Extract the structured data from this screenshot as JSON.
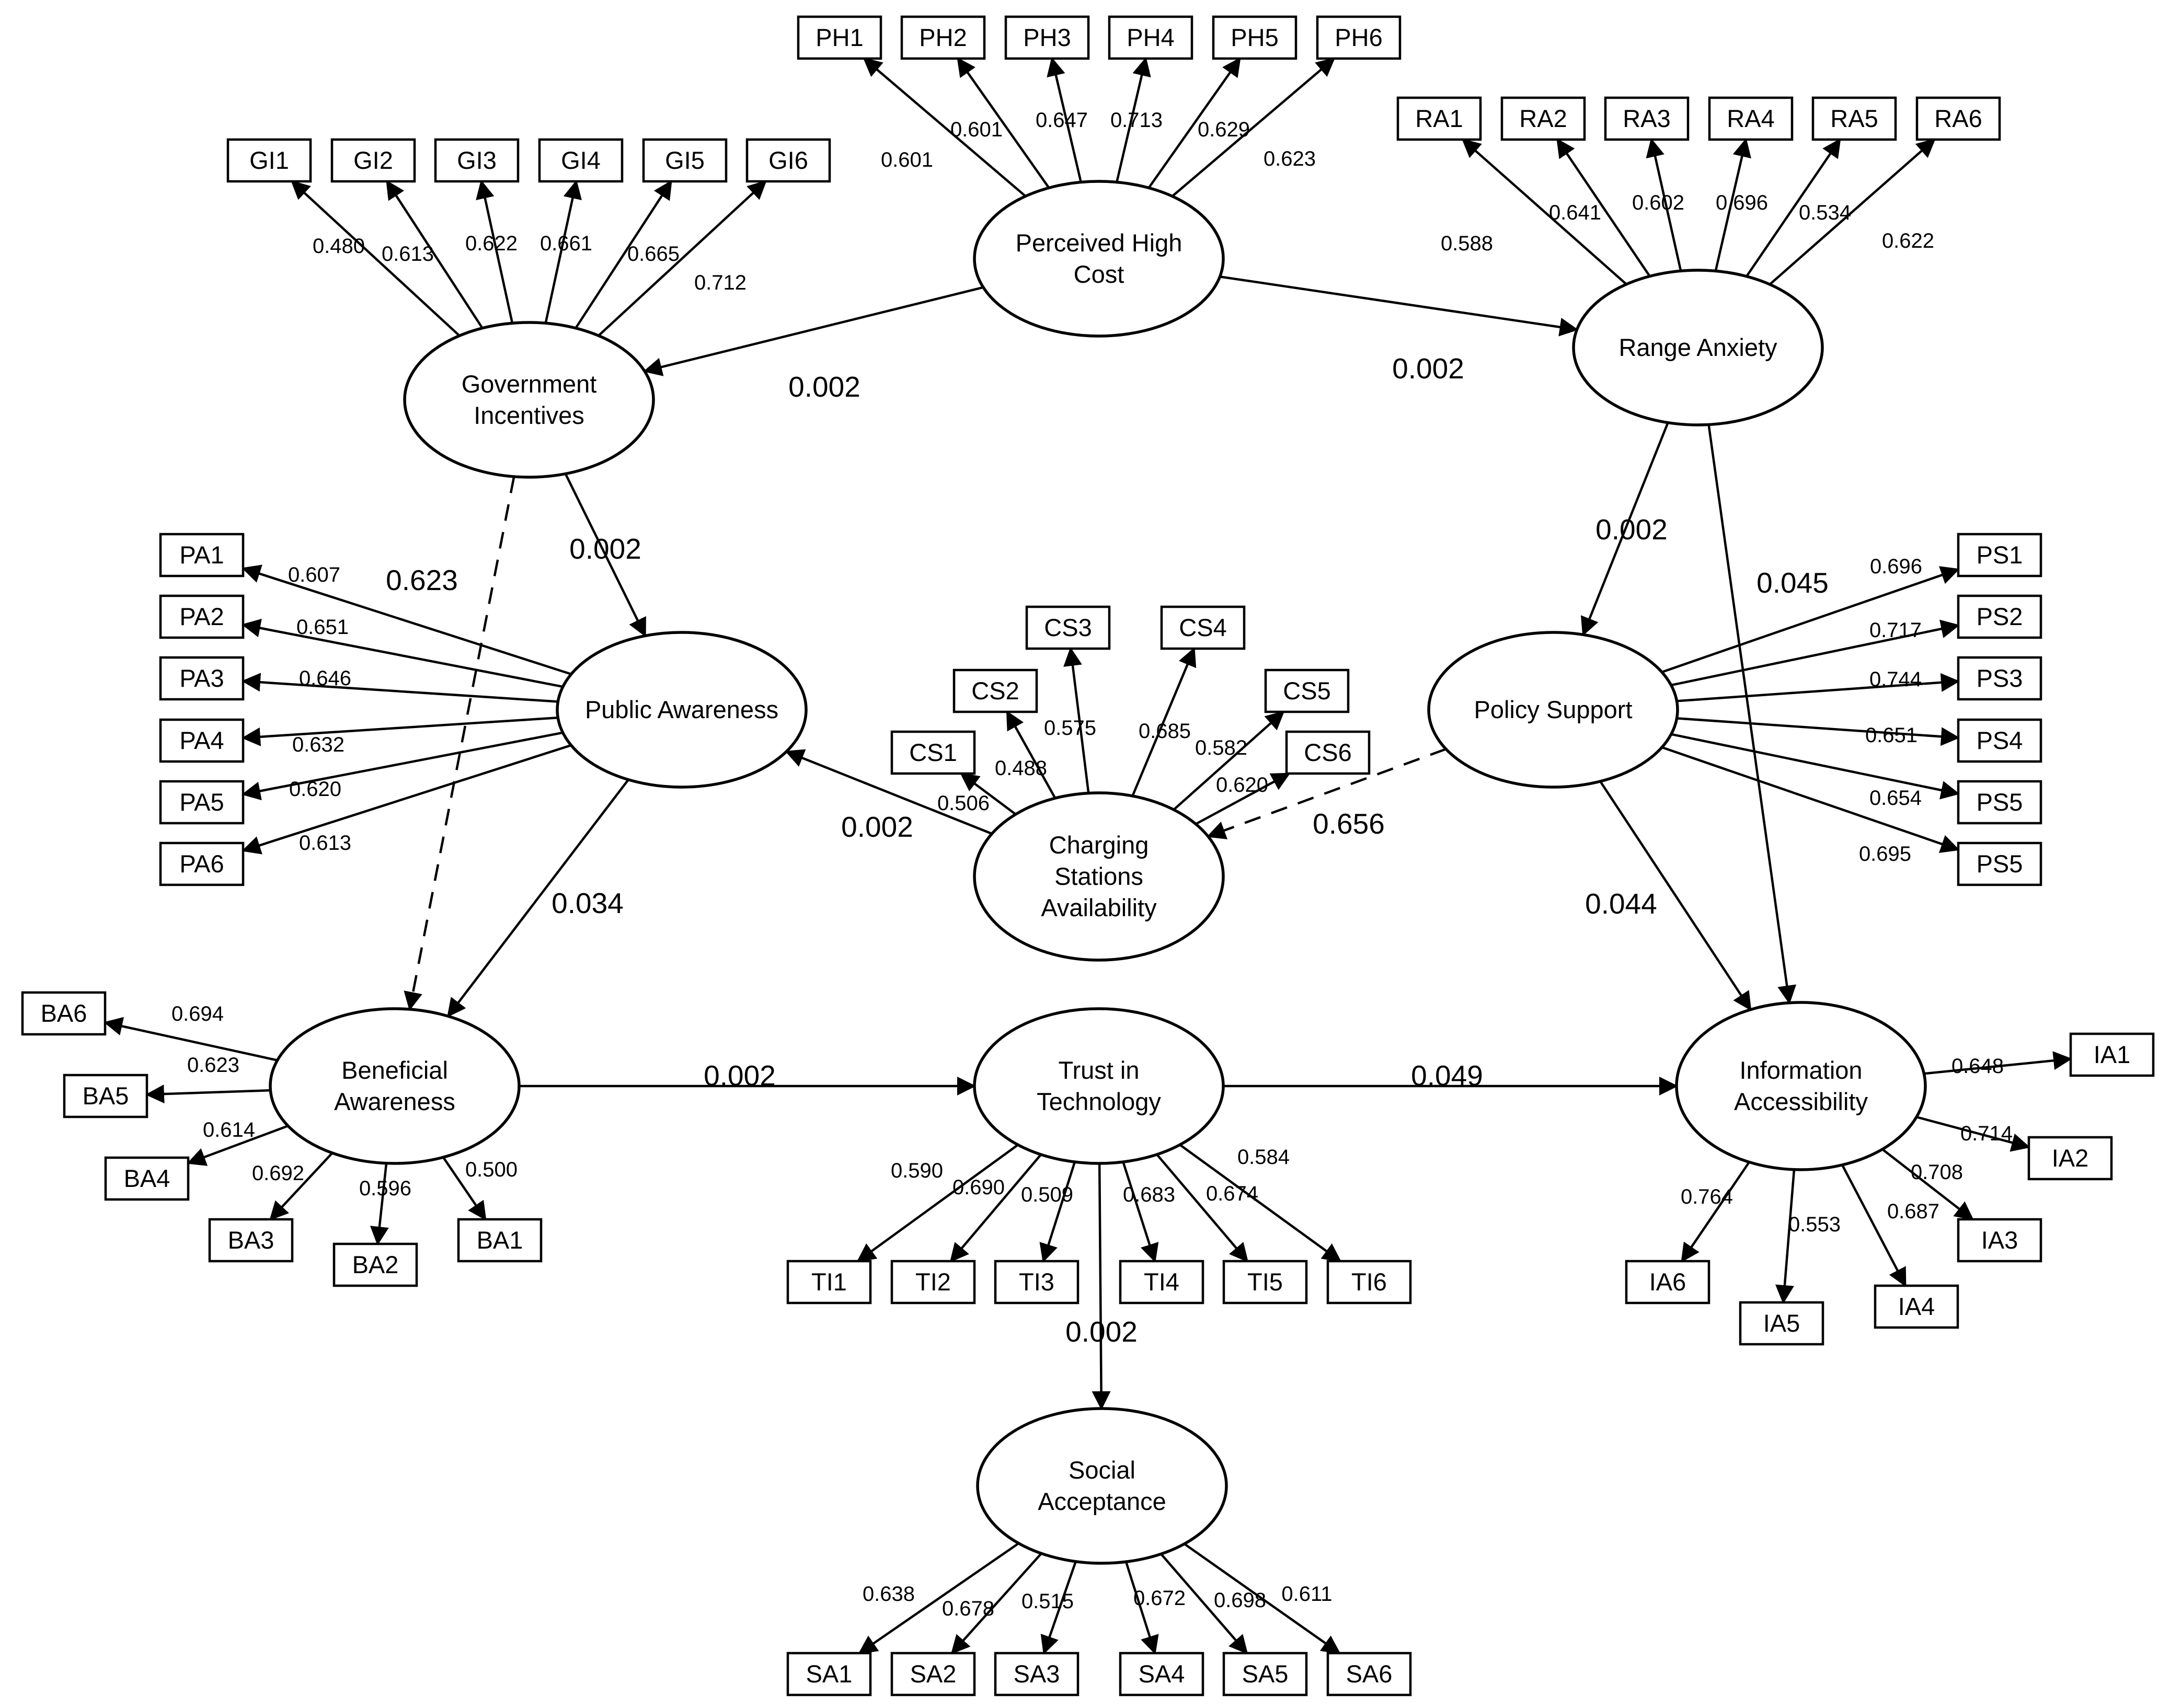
{
  "latents": [
    {
      "id": "GI",
      "label": [
        "Government",
        "Incentives"
      ]
    },
    {
      "id": "PH",
      "label": [
        "Perceived High",
        "Cost"
      ]
    },
    {
      "id": "RA",
      "label": [
        "Range Anxiety"
      ]
    },
    {
      "id": "PA",
      "label": [
        "Public Awareness"
      ]
    },
    {
      "id": "PS",
      "label": [
        "Policy Support"
      ]
    },
    {
      "id": "CS",
      "label": [
        "Charging",
        "Stations",
        "Availability"
      ]
    },
    {
      "id": "BA",
      "label": [
        "Beneficial",
        "Awareness"
      ]
    },
    {
      "id": "TI",
      "label": [
        "Trust in",
        "Technology"
      ]
    },
    {
      "id": "IA",
      "label": [
        "Information",
        "Accessibility"
      ]
    },
    {
      "id": "SA",
      "label": [
        "Social",
        "Acceptance"
      ]
    }
  ],
  "indicators": [
    {
      "id": "PH1",
      "label": "PH1"
    },
    {
      "id": "PH2",
      "label": "PH2"
    },
    {
      "id": "PH3",
      "label": "PH3"
    },
    {
      "id": "PH4",
      "label": "PH4"
    },
    {
      "id": "PH5",
      "label": "PH5"
    },
    {
      "id": "PH6",
      "label": "PH6"
    },
    {
      "id": "GI1",
      "label": "GI1"
    },
    {
      "id": "GI2",
      "label": "GI2"
    },
    {
      "id": "GI3",
      "label": "GI3"
    },
    {
      "id": "GI4",
      "label": "GI4"
    },
    {
      "id": "GI5",
      "label": "GI5"
    },
    {
      "id": "GI6",
      "label": "GI6"
    },
    {
      "id": "RA1",
      "label": "RA1"
    },
    {
      "id": "RA2",
      "label": "RA2"
    },
    {
      "id": "RA3",
      "label": "RA3"
    },
    {
      "id": "RA4",
      "label": "RA4"
    },
    {
      "id": "RA5",
      "label": "RA5"
    },
    {
      "id": "RA6",
      "label": "RA6"
    },
    {
      "id": "PA1",
      "label": "PA1"
    },
    {
      "id": "PA2",
      "label": "PA2"
    },
    {
      "id": "PA3",
      "label": "PA3"
    },
    {
      "id": "PA4",
      "label": "PA4"
    },
    {
      "id": "PA5",
      "label": "PA5"
    },
    {
      "id": "PA6",
      "label": "PA6"
    },
    {
      "id": "PS1",
      "label": "PS1"
    },
    {
      "id": "PS2",
      "label": "PS2"
    },
    {
      "id": "PS3",
      "label": "PS3"
    },
    {
      "id": "PS4",
      "label": "PS4"
    },
    {
      "id": "PS5a",
      "label": "PS5"
    },
    {
      "id": "PS5b",
      "label": "PS5"
    },
    {
      "id": "CS1",
      "label": "CS1"
    },
    {
      "id": "CS2",
      "label": "CS2"
    },
    {
      "id": "CS3",
      "label": "CS3"
    },
    {
      "id": "CS4",
      "label": "CS4"
    },
    {
      "id": "CS5",
      "label": "CS5"
    },
    {
      "id": "CS6",
      "label": "CS6"
    },
    {
      "id": "BA6",
      "label": "BA6"
    },
    {
      "id": "BA5",
      "label": "BA5"
    },
    {
      "id": "BA4",
      "label": "BA4"
    },
    {
      "id": "BA3",
      "label": "BA3"
    },
    {
      "id": "BA2",
      "label": "BA2"
    },
    {
      "id": "BA1",
      "label": "BA1"
    },
    {
      "id": "TI1",
      "label": "TI1"
    },
    {
      "id": "TI2",
      "label": "TI2"
    },
    {
      "id": "TI3",
      "label": "TI3"
    },
    {
      "id": "TI4",
      "label": "TI4"
    },
    {
      "id": "TI5",
      "label": "TI5"
    },
    {
      "id": "TI6",
      "label": "TI6"
    },
    {
      "id": "IA1",
      "label": "IA1"
    },
    {
      "id": "IA2",
      "label": "IA2"
    },
    {
      "id": "IA3",
      "label": "IA3"
    },
    {
      "id": "IA4",
      "label": "IA4"
    },
    {
      "id": "IA5",
      "label": "IA5"
    },
    {
      "id": "IA6",
      "label": "IA6"
    },
    {
      "id": "SA1",
      "label": "SA1"
    },
    {
      "id": "SA2",
      "label": "SA2"
    },
    {
      "id": "SA3",
      "label": "SA3"
    },
    {
      "id": "SA4",
      "label": "SA4"
    },
    {
      "id": "SA5",
      "label": "SA5"
    },
    {
      "id": "SA6",
      "label": "SA6"
    }
  ],
  "loadings": [
    {
      "from": "PH",
      "to": "PH1",
      "value": "0.601"
    },
    {
      "from": "PH",
      "to": "PH2",
      "value": "0.601"
    },
    {
      "from": "PH",
      "to": "PH3",
      "value": "0.647"
    },
    {
      "from": "PH",
      "to": "PH4",
      "value": "0.713"
    },
    {
      "from": "PH",
      "to": "PH5",
      "value": "0.629"
    },
    {
      "from": "PH",
      "to": "PH6",
      "value": "0.623"
    },
    {
      "from": "GI",
      "to": "GI1",
      "value": "0.480"
    },
    {
      "from": "GI",
      "to": "GI2",
      "value": "0.613"
    },
    {
      "from": "GI",
      "to": "GI3",
      "value": "0.622"
    },
    {
      "from": "GI",
      "to": "GI4",
      "value": "0.661"
    },
    {
      "from": "GI",
      "to": "GI5",
      "value": "0.665"
    },
    {
      "from": "GI",
      "to": "GI6",
      "value": "0.712"
    },
    {
      "from": "RA",
      "to": "RA1",
      "value": "0.588"
    },
    {
      "from": "RA",
      "to": "RA2",
      "value": "0.641"
    },
    {
      "from": "RA",
      "to": "RA3",
      "value": "0.602"
    },
    {
      "from": "RA",
      "to": "RA4",
      "value": "0.696"
    },
    {
      "from": "RA",
      "to": "RA5",
      "value": "0.534"
    },
    {
      "from": "RA",
      "to": "RA6",
      "value": "0.622"
    },
    {
      "from": "PA",
      "to": "PA1",
      "value": "0.607"
    },
    {
      "from": "PA",
      "to": "PA2",
      "value": "0.651"
    },
    {
      "from": "PA",
      "to": "PA3",
      "value": "0.646"
    },
    {
      "from": "PA",
      "to": "PA4",
      "value": "0.632"
    },
    {
      "from": "PA",
      "to": "PA5",
      "value": "0.620"
    },
    {
      "from": "PA",
      "to": "PA6",
      "value": "0.613"
    },
    {
      "from": "PS",
      "to": "PS1",
      "value": "0.696"
    },
    {
      "from": "PS",
      "to": "PS2",
      "value": "0.717"
    },
    {
      "from": "PS",
      "to": "PS3",
      "value": "0.744"
    },
    {
      "from": "PS",
      "to": "PS4",
      "value": "0.651"
    },
    {
      "from": "PS",
      "to": "PS5a",
      "value": "0.654"
    },
    {
      "from": "PS",
      "to": "PS5b",
      "value": "0.695"
    },
    {
      "from": "CS",
      "to": "CS1",
      "value": "0.506"
    },
    {
      "from": "CS",
      "to": "CS2",
      "value": "0.488"
    },
    {
      "from": "CS",
      "to": "CS3",
      "value": "0.575"
    },
    {
      "from": "CS",
      "to": "CS4",
      "value": "0.685"
    },
    {
      "from": "CS",
      "to": "CS5",
      "value": "0.582"
    },
    {
      "from": "CS",
      "to": "CS6",
      "value": "0.620"
    },
    {
      "from": "BA",
      "to": "BA6",
      "value": "0.694"
    },
    {
      "from": "BA",
      "to": "BA5",
      "value": "0.623"
    },
    {
      "from": "BA",
      "to": "BA4",
      "value": "0.614"
    },
    {
      "from": "BA",
      "to": "BA3",
      "value": "0.692"
    },
    {
      "from": "BA",
      "to": "BA2",
      "value": "0.596"
    },
    {
      "from": "BA",
      "to": "BA1",
      "value": "0.500"
    },
    {
      "from": "TI",
      "to": "TI1",
      "value": "0.590"
    },
    {
      "from": "TI",
      "to": "TI2",
      "value": "0.690"
    },
    {
      "from": "TI",
      "to": "TI3",
      "value": "0.509"
    },
    {
      "from": "TI",
      "to": "TI4",
      "value": "0.683"
    },
    {
      "from": "TI",
      "to": "TI5",
      "value": "0.674"
    },
    {
      "from": "TI",
      "to": "TI6",
      "value": "0.584"
    },
    {
      "from": "IA",
      "to": "IA1",
      "value": "0.648"
    },
    {
      "from": "IA",
      "to": "IA2",
      "value": "0.714"
    },
    {
      "from": "IA",
      "to": "IA3",
      "value": "0.708"
    },
    {
      "from": "IA",
      "to": "IA4",
      "value": "0.687"
    },
    {
      "from": "IA",
      "to": "IA5",
      "value": "0.553"
    },
    {
      "from": "IA",
      "to": "IA6",
      "value": "0.764"
    },
    {
      "from": "SA",
      "to": "SA1",
      "value": "0.638"
    },
    {
      "from": "SA",
      "to": "SA2",
      "value": "0.678"
    },
    {
      "from": "SA",
      "to": "SA3",
      "value": "0.515"
    },
    {
      "from": "SA",
      "to": "SA4",
      "value": "0.672"
    },
    {
      "from": "SA",
      "to": "SA5",
      "value": "0.698"
    },
    {
      "from": "SA",
      "to": "SA6",
      "value": "0.611"
    }
  ],
  "structural_paths": [
    {
      "from": "PH",
      "to": "GI",
      "value": "0.002",
      "style": "solid"
    },
    {
      "from": "PH",
      "to": "RA",
      "value": "0.002",
      "style": "solid"
    },
    {
      "from": "GI",
      "to": "PA",
      "value": "0.002",
      "style": "solid"
    },
    {
      "from": "GI",
      "to": "BA",
      "value": "0.623",
      "style": "dashed"
    },
    {
      "from": "RA",
      "to": "PS",
      "value": "0.002",
      "style": "solid"
    },
    {
      "from": "RA",
      "to": "IA",
      "value": "0.045",
      "style": "solid"
    },
    {
      "from": "CS",
      "to": "PA",
      "value": "0.002",
      "style": "solid"
    },
    {
      "from": "PS",
      "to": "CS",
      "value": "0.656",
      "style": "dashed"
    },
    {
      "from": "PA",
      "to": "BA",
      "value": "0.034",
      "style": "solid"
    },
    {
      "from": "PS",
      "to": "IA",
      "value": "0.044",
      "style": "solid"
    },
    {
      "from": "BA",
      "to": "TI",
      "value": "0.002",
      "style": "solid"
    },
    {
      "from": "TI",
      "to": "IA",
      "value": "0.049",
      "style": "solid"
    },
    {
      "from": "TI",
      "to": "SA",
      "value": "0.002",
      "style": "solid"
    }
  ]
}
